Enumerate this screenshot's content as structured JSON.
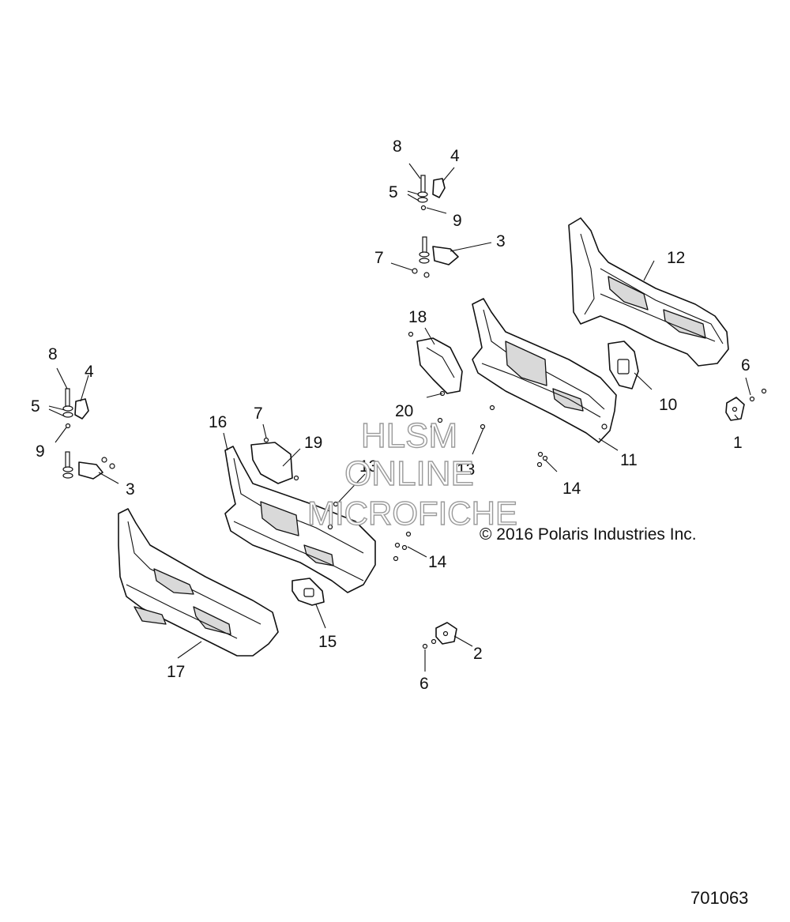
{
  "callouts": {
    "c1": "1",
    "c2": "2",
    "c3a": "3",
    "c3b": "3",
    "c4a": "4",
    "c4b": "4",
    "c5a": "5",
    "c5b": "5",
    "c6a": "6",
    "c6b": "6",
    "c7a": "7",
    "c7b": "7",
    "c8a": "8",
    "c8b": "8",
    "c9a": "9",
    "c9b": "9",
    "c10": "10",
    "c11": "11",
    "c12": "12",
    "c13a": "13",
    "c13b": "13",
    "c14a": "14",
    "c14b": "14",
    "c15": "15",
    "c16": "16",
    "c17": "17",
    "c18": "18",
    "c19": "19",
    "c20": "20"
  },
  "watermark": {
    "line1": "HLSM",
    "line2": "ONLINE",
    "line3": "MICROFICHE"
  },
  "copyright": "© 2016 Polaris Industries Inc.",
  "diagram_id": "701063"
}
